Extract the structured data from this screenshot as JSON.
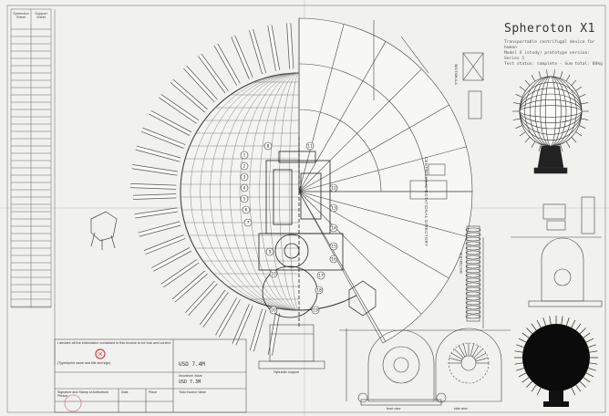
{
  "drawing": {
    "title": "Spheroton X1",
    "subtitle": "Transportable centrifugal device for human\nModel X (study) prototype version: Series 1\nTest status: complete - Sum total: 88kg",
    "vertical_label": "CENTRIFUGAL ROTATIONAL DIRECTORY",
    "ledger_headers": [
      "Spheroton Sheet",
      "Support Sheet"
    ],
    "footer": {
      "declaration": "I declare all the information contained in this invoice to be true and correct",
      "typed_name": "(Typed/print name and title and sign)",
      "signature_label": "Signature and Stamp of Authorised Person",
      "date_label": "Date",
      "place_label": "Place",
      "usd_value": "USD 7.4M",
      "insurance_label": "Insurance Value",
      "insurance_value": "USD 7.3M",
      "total_label": "Total Invoice Value"
    },
    "section_labels": {
      "section_a": "SECTION A-A",
      "section_b": "SECTION B-B",
      "support_view": "Hydraulic support",
      "front_view": "front view",
      "side_view": "side view"
    },
    "callouts": [
      "1",
      "2",
      "3",
      "4",
      "5",
      "6",
      "7",
      "8",
      "9",
      "10",
      "11",
      "12",
      "13",
      "14",
      "15",
      "16",
      "17",
      "18",
      "19",
      "20"
    ]
  }
}
